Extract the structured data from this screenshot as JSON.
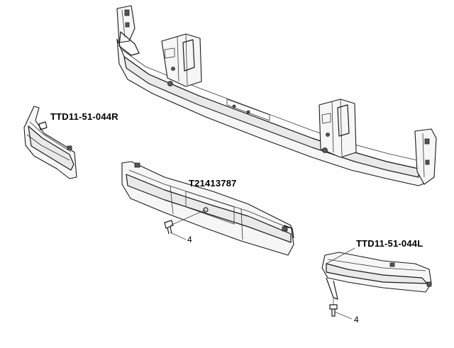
{
  "labels": {
    "corner_right": "TTD11-51-044R",
    "center_piece": "T21413787",
    "corner_left": "TTD11-51-044L",
    "callout_center_bolt": "4",
    "callout_left_bolt": "4"
  },
  "colors": {
    "line": "#1a1a1a",
    "shade": "#e9e9e9",
    "background": "#ffffff"
  }
}
